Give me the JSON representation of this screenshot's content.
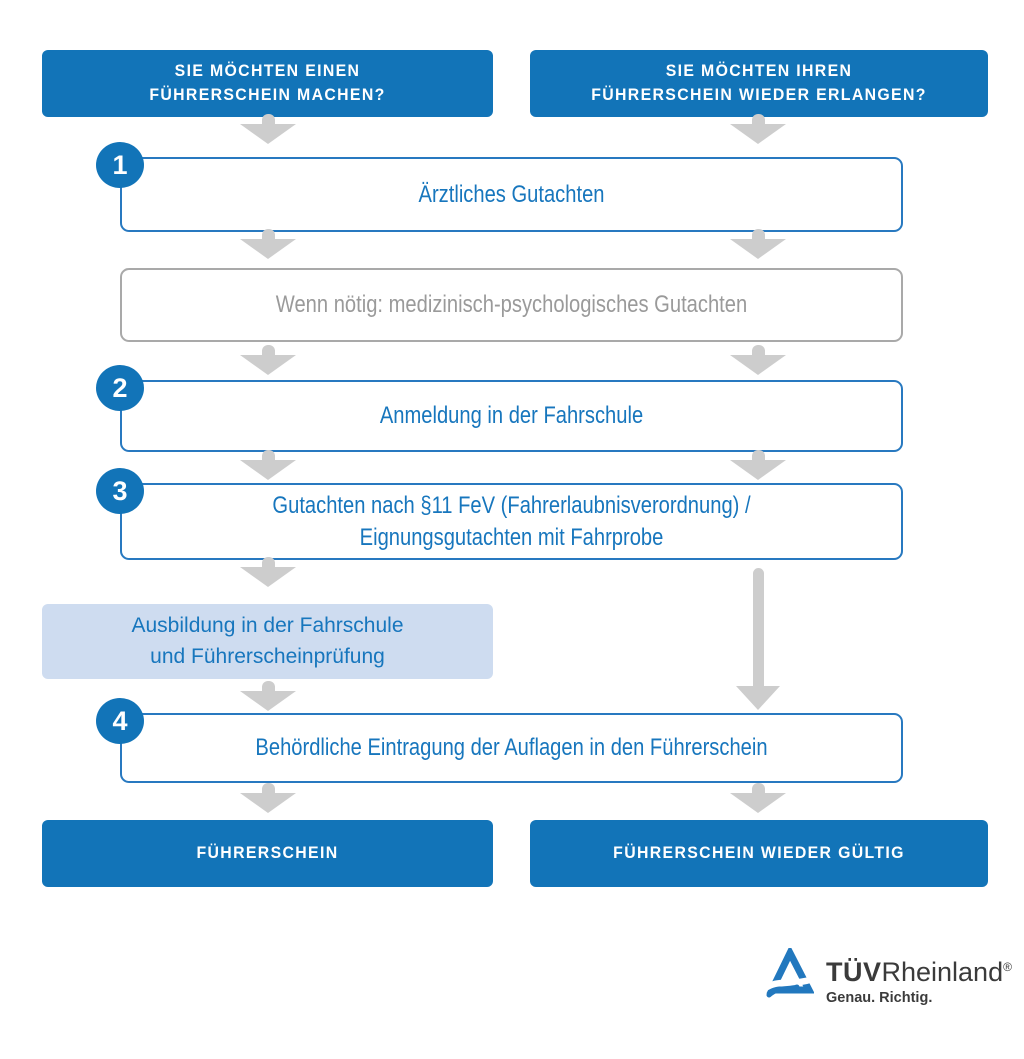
{
  "colors": {
    "brand_blue": "#1274b8",
    "border_blue": "#2879c0",
    "text_blue": "#1776bd",
    "light_blue_bg": "#cedcf0",
    "gray_border": "#a9a9a9",
    "gray_text": "#9a9a9a",
    "arrow_gray": "#cdcdcd"
  },
  "headers": {
    "left": "SIE MÖCHTEN EINEN\nFÜHRERSCHEIN MACHEN?",
    "right": "SIE MÖCHTEN IHREN\nFÜHRERSCHEIN WIEDER ERLANGEN?"
  },
  "steps": [
    {
      "num": "1",
      "label": "Ärztliches Gutachten"
    },
    {
      "num": "2",
      "label": "Anmeldung in der Fahrschule"
    },
    {
      "num": "3",
      "label": "Gutachten nach §11 FeV (Fahrerlaubnisverordnung) /\nEignungsgutachten mit Fahrprobe"
    },
    {
      "num": "4",
      "label": "Behördliche Eintragung der Auflagen in den Führerschein"
    }
  ],
  "optional_box": {
    "label": "Wenn nötig: medizinisch-psychologisches Gutachten"
  },
  "side_box": {
    "label": "Ausbildung in der Fahrschule\nund Führerscheinprüfung"
  },
  "results": {
    "left": "FÜHRERSCHEIN",
    "right": "FÜHRERSCHEIN WIEDER GÜLTIG"
  },
  "logo": {
    "brand_bold": "TÜV",
    "brand_regular": "Rheinland",
    "registered": "®",
    "tagline": "Genau. Richtig."
  }
}
